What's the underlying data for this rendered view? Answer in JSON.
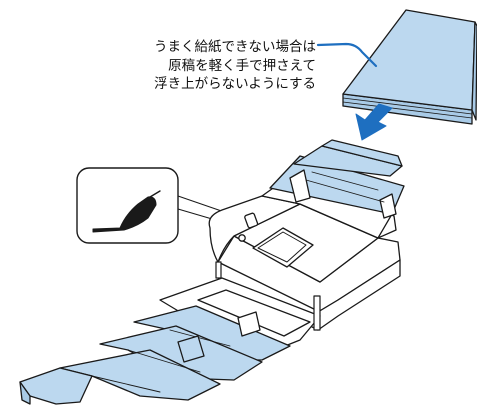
{
  "instruction": {
    "lines": [
      "うまく給紙できない場合は",
      "原稿を軽く手で押さえて",
      "浮き上がらないようにする"
    ]
  },
  "colors": {
    "paper_blue": "#bcd8ef",
    "arrow_blue": "#1e6fc0",
    "outline": "#1a1a1a"
  }
}
